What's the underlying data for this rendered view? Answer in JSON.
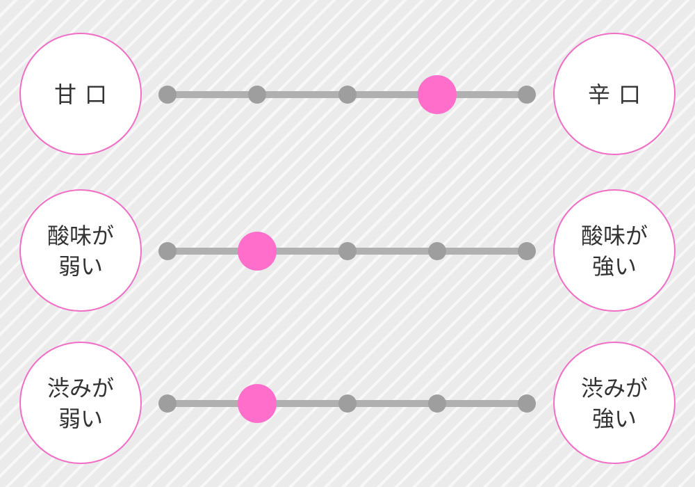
{
  "colors": {
    "accent": "#ff6ecb",
    "circle_border": "#f06ec6",
    "track": "#b0b0b0",
    "dot": "#9e9e9e",
    "background": "#ebebeb",
    "text": "#333333"
  },
  "scales": [
    {
      "left_label": "甘口",
      "right_label": "辛口",
      "steps": 5,
      "selected": 4
    },
    {
      "left_label": "酸味が\n弱い",
      "right_label": "酸味が\n強い",
      "steps": 5,
      "selected": 2
    },
    {
      "left_label": "渋みが\n弱い",
      "right_label": "渋みが\n強い",
      "steps": 5,
      "selected": 2
    }
  ]
}
